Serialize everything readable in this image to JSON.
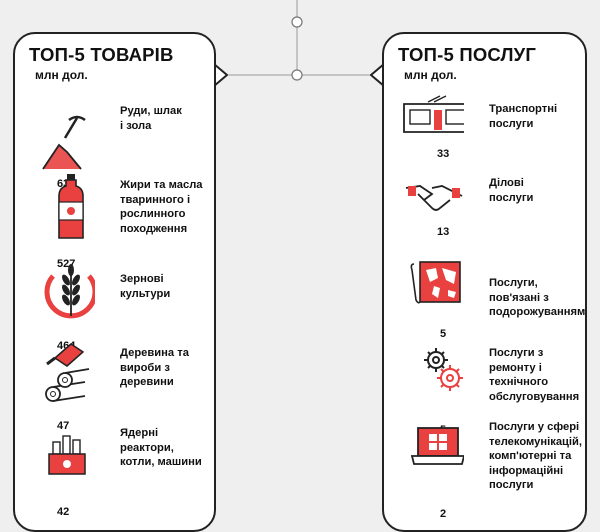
{
  "colors": {
    "accent": "#e8413f",
    "ink": "#222222",
    "card_bg": "#ffffff",
    "page_bg": "#efefef"
  },
  "goods": {
    "title": "ТОП-5 ТОВАРІВ",
    "unit": "млн дол.",
    "items": [
      {
        "icon": "mining-pickaxe-icon",
        "label": "Руди, шлак\nі зола",
        "value": "636"
      },
      {
        "icon": "oil-bottle-icon",
        "label": "Жири та масла\nтваринного і\nрослинного\nпоходження",
        "value": "527"
      },
      {
        "icon": "wheat-icon",
        "label": "Зернові\nкультури",
        "value": "464"
      },
      {
        "icon": "timber-saw-icon",
        "label": "Деревина та\nвироби з\nдеревини",
        "value": "47"
      },
      {
        "icon": "nuclear-plant-icon",
        "label": "Ядерні\nреактори,\nкотли, машини",
        "value": "42"
      }
    ]
  },
  "services": {
    "title": "ТОП-5 ПОСЛУГ",
    "unit": "млн дол.",
    "items": [
      {
        "icon": "tram-icon",
        "label": "Транспортні\nпослуги",
        "value": "33"
      },
      {
        "icon": "handshake-icon",
        "label": "Ділові\nпослуги",
        "value": "13"
      },
      {
        "icon": "world-map-icon",
        "label": "Послуги,\nпов'язані з\nподорожуванням",
        "value": "5"
      },
      {
        "icon": "gears-icon",
        "label": "Послуги з\nремонту і\nтехнічного\nобслуговування",
        "value": "5"
      },
      {
        "icon": "laptop-tools-icon",
        "label": "Послуги у сфері\nтелекомунікацій,\nкомп'ютерні та\nінформаційні\nпослуги",
        "value": "2"
      }
    ]
  }
}
